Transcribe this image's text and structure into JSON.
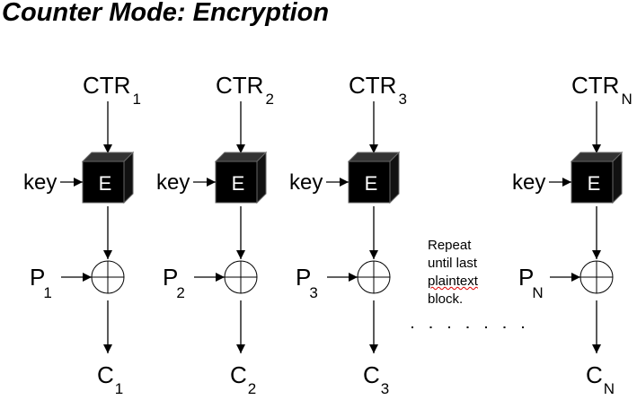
{
  "title": "Counter Mode:  Encryption",
  "columns": [
    {
      "ctr": "CTR",
      "ctr_sub": "1",
      "key": "key",
      "block": "E",
      "p": "P",
      "p_sub": "1",
      "c": "C",
      "c_sub": "1"
    },
    {
      "ctr": "CTR",
      "ctr_sub": "2",
      "key": "key",
      "block": "E",
      "p": "P",
      "p_sub": "2",
      "c": "C",
      "c_sub": "2"
    },
    {
      "ctr": "CTR",
      "ctr_sub": "3",
      "key": "key",
      "block": "E",
      "p": "P",
      "p_sub": "3",
      "c": "C",
      "c_sub": "3"
    },
    {
      "ctr": "CTR",
      "ctr_sub": "N",
      "key": "key",
      "block": "E",
      "p": "P",
      "p_sub": "N",
      "c": "C",
      "c_sub": "N"
    }
  ],
  "note": {
    "lines": [
      "Repeat",
      "until last",
      "plaintext",
      "block."
    ],
    "spellcheck_word": "plaintext"
  },
  "ellipsis_dot_count": 7
}
